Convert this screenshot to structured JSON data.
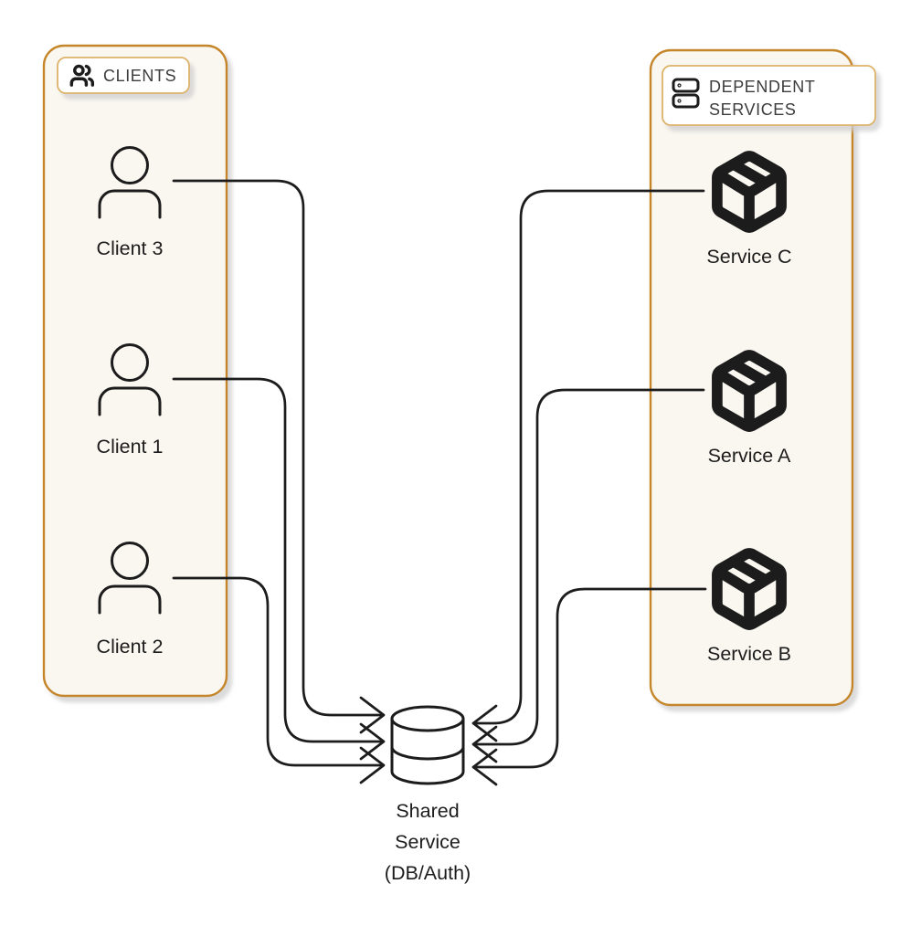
{
  "colors": {
    "accent": "#C5862B",
    "badge-border": "#DDB269",
    "group-fill": "#FAF7F0",
    "ink": "#1C1C1C",
    "badge-text": "#3C3C3C",
    "background": "#FFFFFF"
  },
  "groups": {
    "clients": {
      "badge_label": "CLIENTS",
      "badge_icon": "users-icon",
      "items": [
        {
          "label": "Client 3",
          "icon": "user-icon"
        },
        {
          "label": "Client 1",
          "icon": "user-icon"
        },
        {
          "label": "Client 2",
          "icon": "user-icon"
        }
      ]
    },
    "dependent_services": {
      "badge_label_lines": [
        "DEPENDENT",
        "SERVICES"
      ],
      "badge_icon": "server-icon",
      "items": [
        {
          "label": "Service C",
          "icon": "package-icon"
        },
        {
          "label": "Service A",
          "icon": "package-icon"
        },
        {
          "label": "Service B",
          "icon": "package-icon"
        }
      ]
    }
  },
  "shared_service": {
    "icon": "database-icon",
    "label_lines": [
      "Shared",
      "Service",
      "(DB/Auth)"
    ]
  },
  "connections": [
    {
      "from": "Client 3",
      "to": "Shared Service (DB/Auth)",
      "style": "arrow-into-target"
    },
    {
      "from": "Client 1",
      "to": "Shared Service (DB/Auth)",
      "style": "arrow-into-target"
    },
    {
      "from": "Client 2",
      "to": "Shared Service (DB/Auth)",
      "style": "arrow-into-target"
    },
    {
      "from": "Service C",
      "to": "Shared Service (DB/Auth)",
      "style": "arrow-into-target"
    },
    {
      "from": "Service A",
      "to": "Shared Service (DB/Auth)",
      "style": "arrow-into-target"
    },
    {
      "from": "Service B",
      "to": "Shared Service (DB/Auth)",
      "style": "arrow-into-target"
    }
  ]
}
